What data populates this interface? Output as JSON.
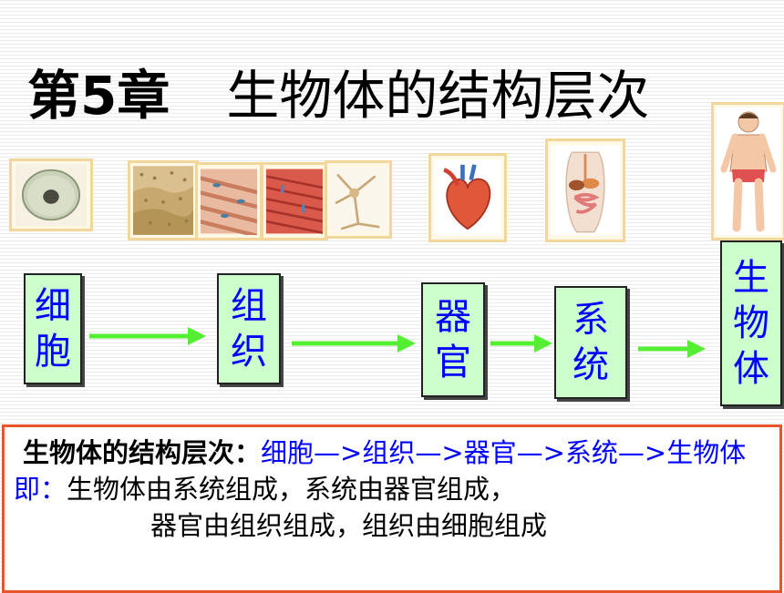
{
  "title": {
    "chapter": "第5章",
    "name": "生物体的结构层次"
  },
  "pictures": [
    "cell-image",
    "epithelial-tissue-image",
    "muscle-tissue-image",
    "cardiac-muscle-image",
    "nerve-tissue-image",
    "heart-image",
    "digestive-system-image",
    "human-body-image"
  ],
  "levels": {
    "cell": "细胞",
    "tissue": "组织",
    "organ": "器官",
    "system": "系统",
    "organism": "生物体"
  },
  "colors": {
    "box_fill": "#ccffcc",
    "box_text": "#0000ff",
    "arrow": "#55ee33",
    "textbox_border": "#e8542b"
  },
  "summary": {
    "label": "生物体的结构层次：",
    "sequence": "细胞—>组织—>器官—>系统—>生物体",
    "prefix": "即：",
    "line2": "生物体由系统组成，系统由器官组成，",
    "line3": "器官由组织组成，组织由细胞组成"
  }
}
